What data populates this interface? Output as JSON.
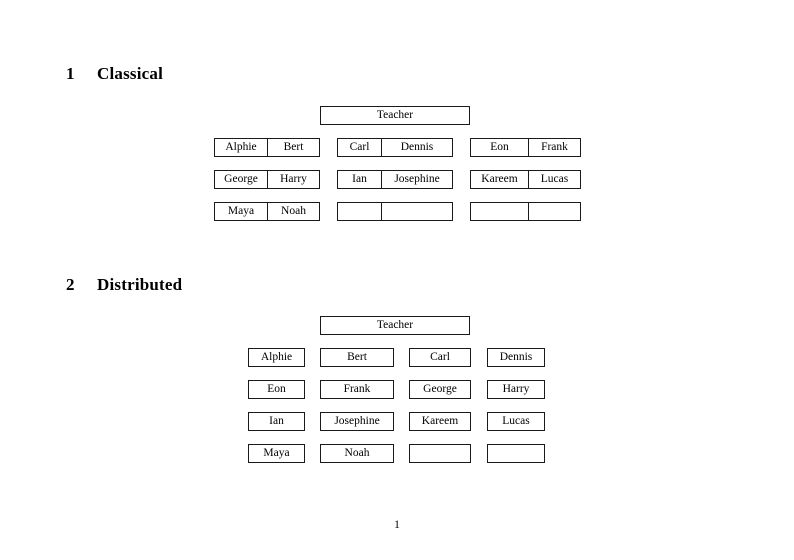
{
  "document": {
    "page_number": "1"
  },
  "sections": [
    {
      "number": "1",
      "title": "Classical",
      "teacher_label": "Teacher",
      "layout": "grouped-pairs",
      "groups_per_row": 3,
      "rows": [
        [
          {
            "first": "Alphie",
            "second": "Bert"
          },
          {
            "first": "Carl",
            "second": "Dennis"
          },
          {
            "first": "Eon",
            "second": "Frank"
          }
        ],
        [
          {
            "first": "George",
            "second": "Harry"
          },
          {
            "first": "Ian",
            "second": "Josephine"
          },
          {
            "first": "Kareem",
            "second": "Lucas"
          }
        ],
        [
          {
            "first": "Maya",
            "second": "Noah"
          },
          {
            "first": "",
            "second": ""
          },
          {
            "first": "",
            "second": ""
          }
        ]
      ]
    },
    {
      "number": "2",
      "title": "Distributed",
      "teacher_label": "Teacher",
      "layout": "individual-boxes",
      "boxes_per_row": 4,
      "rows": [
        [
          "Alphie",
          "Bert",
          "Carl",
          "Dennis"
        ],
        [
          "Eon",
          "Frank",
          "George",
          "Harry"
        ],
        [
          "Ian",
          "Josephine",
          "Kareem",
          "Lucas"
        ],
        [
          "Maya",
          "Noah",
          "",
          ""
        ]
      ]
    }
  ],
  "colors": {
    "page_background": "#ffffff",
    "text": "#000000",
    "box_border": "#1a1a1a"
  }
}
